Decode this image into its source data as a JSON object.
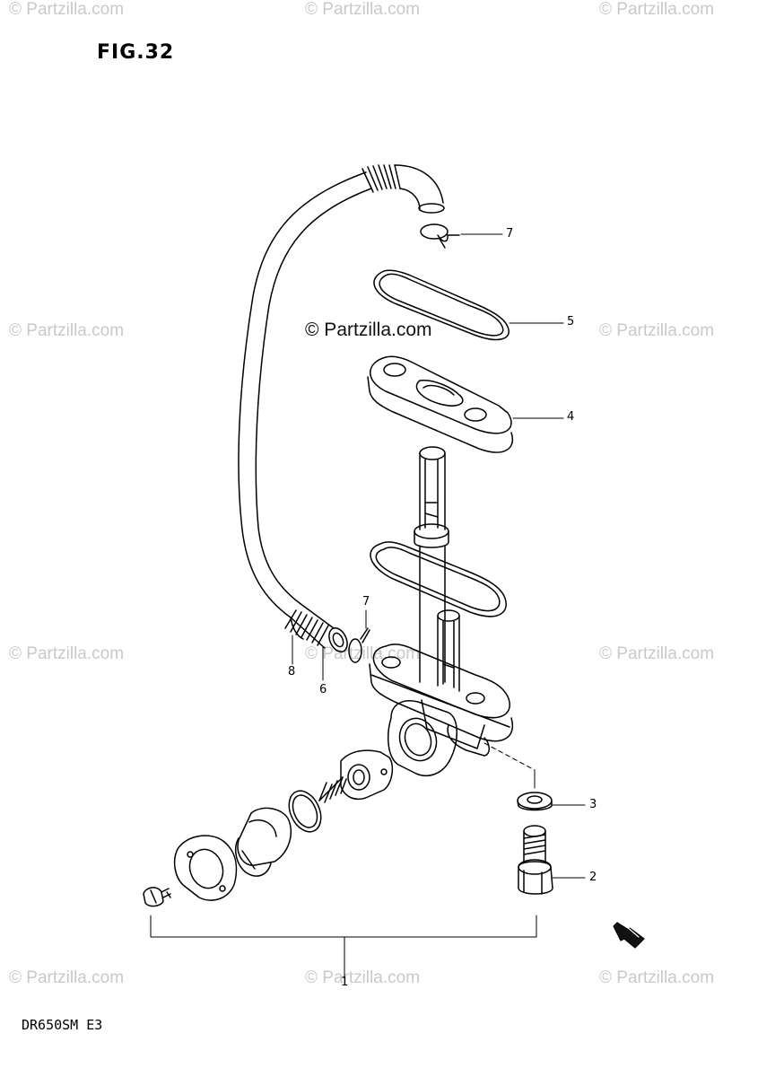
{
  "figure": {
    "title": "FIG.32",
    "model": "DR650SM E3",
    "credit": "© Partzilla.com"
  },
  "watermarks": [
    "© Partzilla.com",
    "© Partzilla.com",
    "© Partzilla.com",
    "© Partzilla.com",
    "© Partzilla.com",
    "© Partzilla.com",
    "© Partzilla.com",
    "© Partzilla.com",
    "© Partzilla.com",
    "© Partzilla.com",
    "© Partzilla.com"
  ],
  "callouts": {
    "c1": "1",
    "c2": "2",
    "c3": "3",
    "c4": "4",
    "c5": "5",
    "c6": "6",
    "c7_top": "7",
    "c7_mid": "7",
    "c8": "8"
  },
  "icons": {
    "direction": "front-direction-arrow-icon"
  }
}
